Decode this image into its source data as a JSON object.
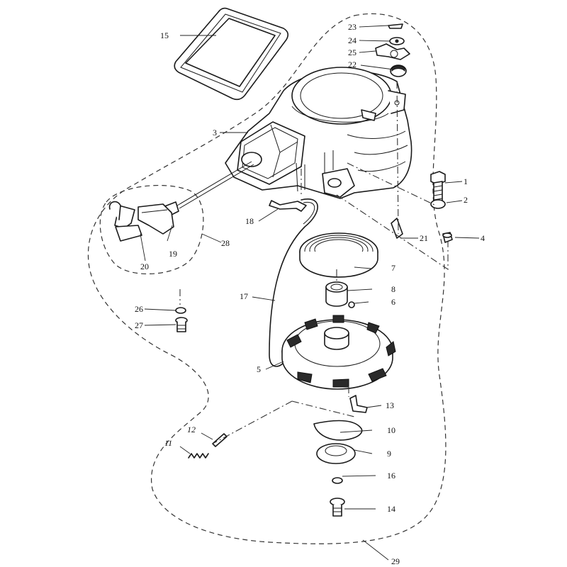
{
  "callouts": {
    "p1": "1",
    "p2": "2",
    "p3": "3",
    "p4": "4",
    "p5": "5",
    "p6": "6",
    "p7": "7",
    "p8": "8",
    "p9": "9",
    "p10": "10",
    "p11": "11",
    "p12": "12",
    "p13": "13",
    "p14": "14",
    "p15": "15",
    "p16": "16",
    "p17": "17",
    "p18": "18",
    "p19": "19",
    "p20": "20",
    "p21": "21",
    "p22": "22",
    "p23": "23",
    "p24": "24",
    "p25": "25",
    "p26": "26",
    "p27": "27",
    "p28": "28",
    "p29": "29"
  },
  "colors": {
    "line": "#1a1a1a",
    "background": "#ffffff"
  }
}
